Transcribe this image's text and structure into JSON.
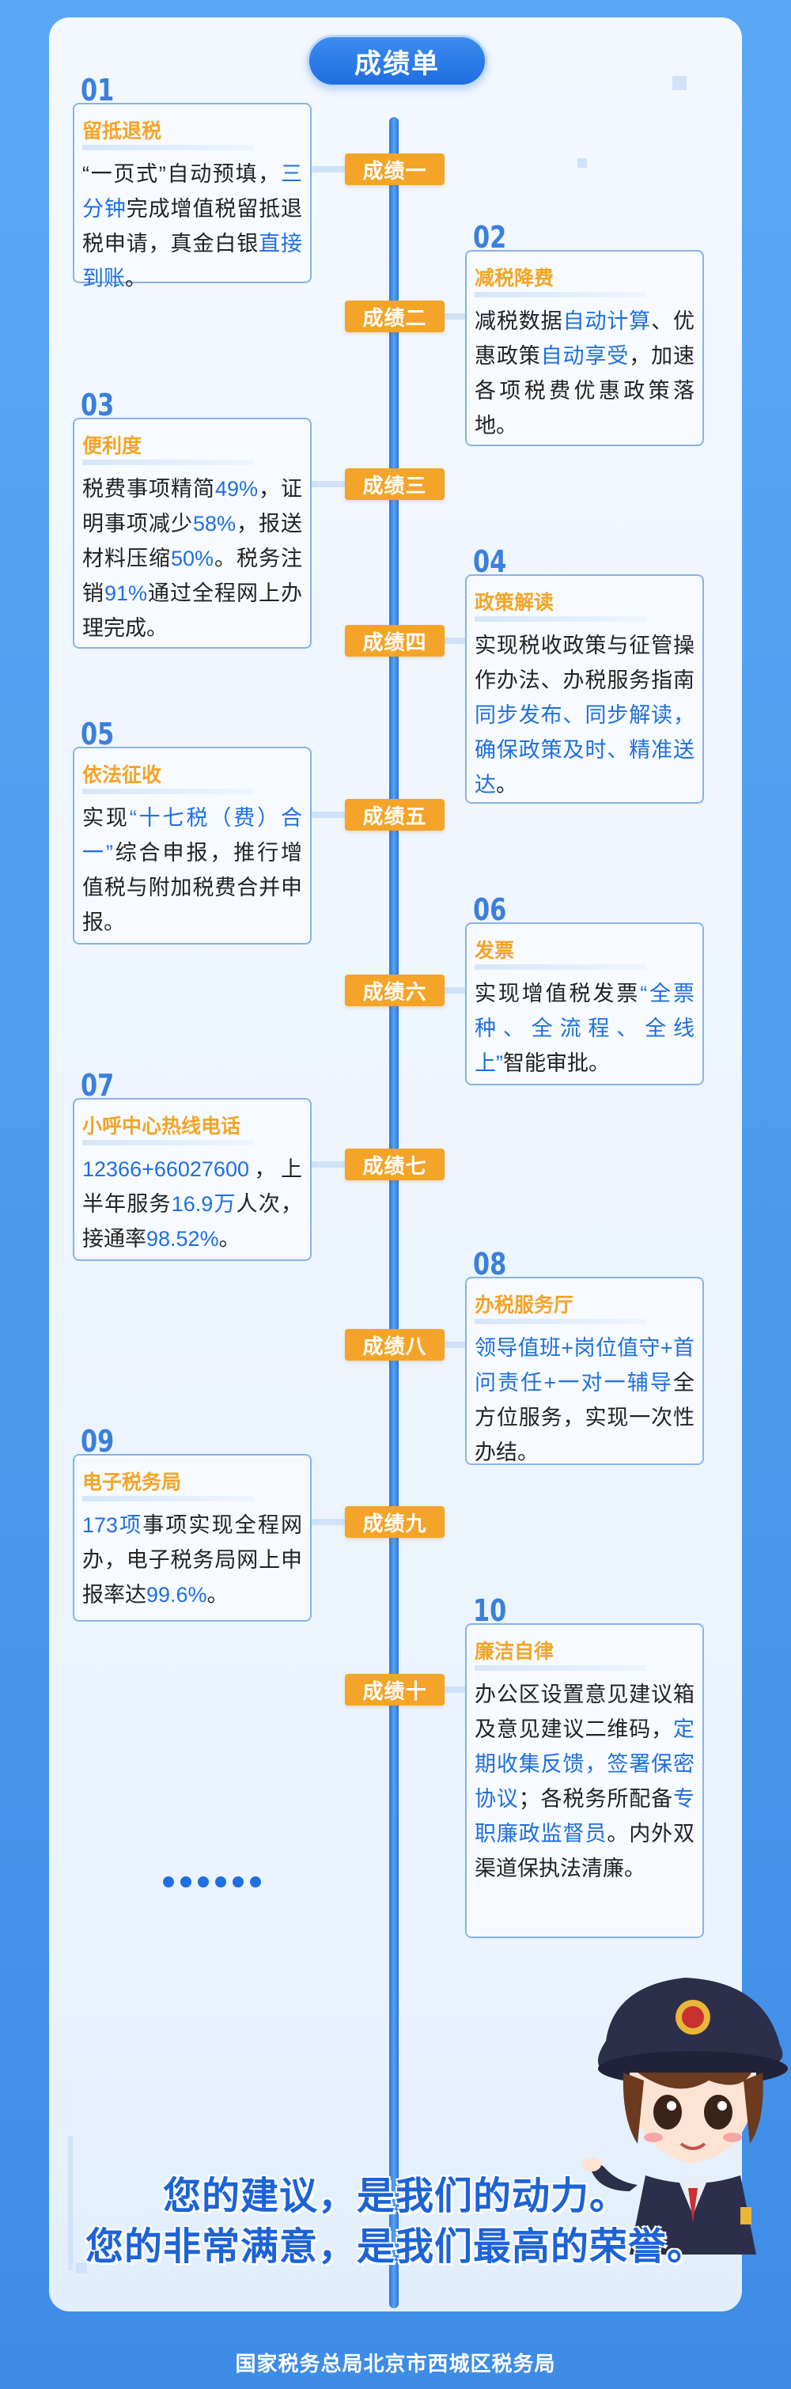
{
  "header": {
    "title": "成绩单"
  },
  "items": [
    {
      "num": "01",
      "badge": "成绩一",
      "title": "留抵退税",
      "text": [
        {
          "t": "“一页式”自动预填，"
        },
        {
          "t": "三分钟",
          "hl": true
        },
        {
          "t": "完成增值税留抵退税申请，真金白银"
        },
        {
          "t": "直接到账",
          "hl": true
        },
        {
          "t": "。"
        }
      ]
    },
    {
      "num": "02",
      "badge": "成绩二",
      "title": "减税降费",
      "text": [
        {
          "t": "减税数据"
        },
        {
          "t": "自动计算",
          "hl": true
        },
        {
          "t": "、优惠政策"
        },
        {
          "t": "自动享受",
          "hl": true
        },
        {
          "t": "，加速各项税费优惠政策落地。"
        }
      ]
    },
    {
      "num": "03",
      "badge": "成绩三",
      "title": "便利度",
      "text": [
        {
          "t": "税费事项精简"
        },
        {
          "t": "49%",
          "hl": true
        },
        {
          "t": "，证明事项减少"
        },
        {
          "t": "58%",
          "hl": true
        },
        {
          "t": "，报送材料压缩"
        },
        {
          "t": "50%",
          "hl": true
        },
        {
          "t": "。税务注销"
        },
        {
          "t": "91%",
          "hl": true
        },
        {
          "t": "通过全程网上办理完成。"
        }
      ]
    },
    {
      "num": "04",
      "badge": "成绩四",
      "title": "政策解读",
      "text": [
        {
          "t": "实现税收政策与征管操作办法、办税服务指南"
        },
        {
          "t": "同步发布、同步解读，确保政策及时、精准送达",
          "hl": true
        },
        {
          "t": "。"
        }
      ]
    },
    {
      "num": "05",
      "badge": "成绩五",
      "title": "依法征收",
      "text": [
        {
          "t": "实现"
        },
        {
          "t": "“十七税（费）合一”",
          "hl": true
        },
        {
          "t": "综合申报，推行增值税与附加税费合并申报。"
        }
      ]
    },
    {
      "num": "06",
      "badge": "成绩六",
      "title": "发票",
      "text": [
        {
          "t": "实现增值税发票"
        },
        {
          "t": "“全票种、全流程、全线上”",
          "hl": true
        },
        {
          "t": "智能审批。"
        }
      ]
    },
    {
      "num": "07",
      "badge": "成绩七",
      "title": "小呼中心热线电话",
      "text": [
        {
          "t": "12366+66027600",
          "hl": true
        },
        {
          "t": "，上半年服务"
        },
        {
          "t": "16.9万",
          "hl": true
        },
        {
          "t": "人次，接通率"
        },
        {
          "t": "98.52%",
          "hl": true
        },
        {
          "t": "。"
        }
      ]
    },
    {
      "num": "08",
      "badge": "成绩八",
      "title": "办税服务厅",
      "text": [
        {
          "t": "领导值班+岗位值守+首问责任+一对一辅导",
          "hl": true
        },
        {
          "t": "全方位服务，实现一次性办结。"
        }
      ]
    },
    {
      "num": "09",
      "badge": "成绩九",
      "title": "电子税务局",
      "text": [
        {
          "t": "173项",
          "hl": true
        },
        {
          "t": "事项实现全程网办，电子税务局网上申报率达"
        },
        {
          "t": "99.6%",
          "hl": true
        },
        {
          "t": "。"
        }
      ]
    },
    {
      "num": "10",
      "badge": "成绩十",
      "title": "廉洁自律",
      "text": [
        {
          "t": "办公区设置意见建议箱及意见建议二维码，"
        },
        {
          "t": "定期收集反馈，签署保密协议",
          "hl": true
        },
        {
          "t": "；各税务所配备"
        },
        {
          "t": "专职廉政监督员",
          "hl": true
        },
        {
          "t": "。内外双渠道保执法清廉。"
        }
      ]
    }
  ],
  "slogan": {
    "line1": "您的建议，是我们的动力。",
    "line2": "您的非常满意，是我们最高的荣誉。"
  },
  "footer": {
    "text": "国家税务总局北京市西城区税务局"
  },
  "mascot": {
    "icon": "tax-officer-mascot-icon"
  },
  "colors": {
    "accent": "#f4a428",
    "highlight": "#1f6fe0",
    "background": "#4a98ec"
  }
}
